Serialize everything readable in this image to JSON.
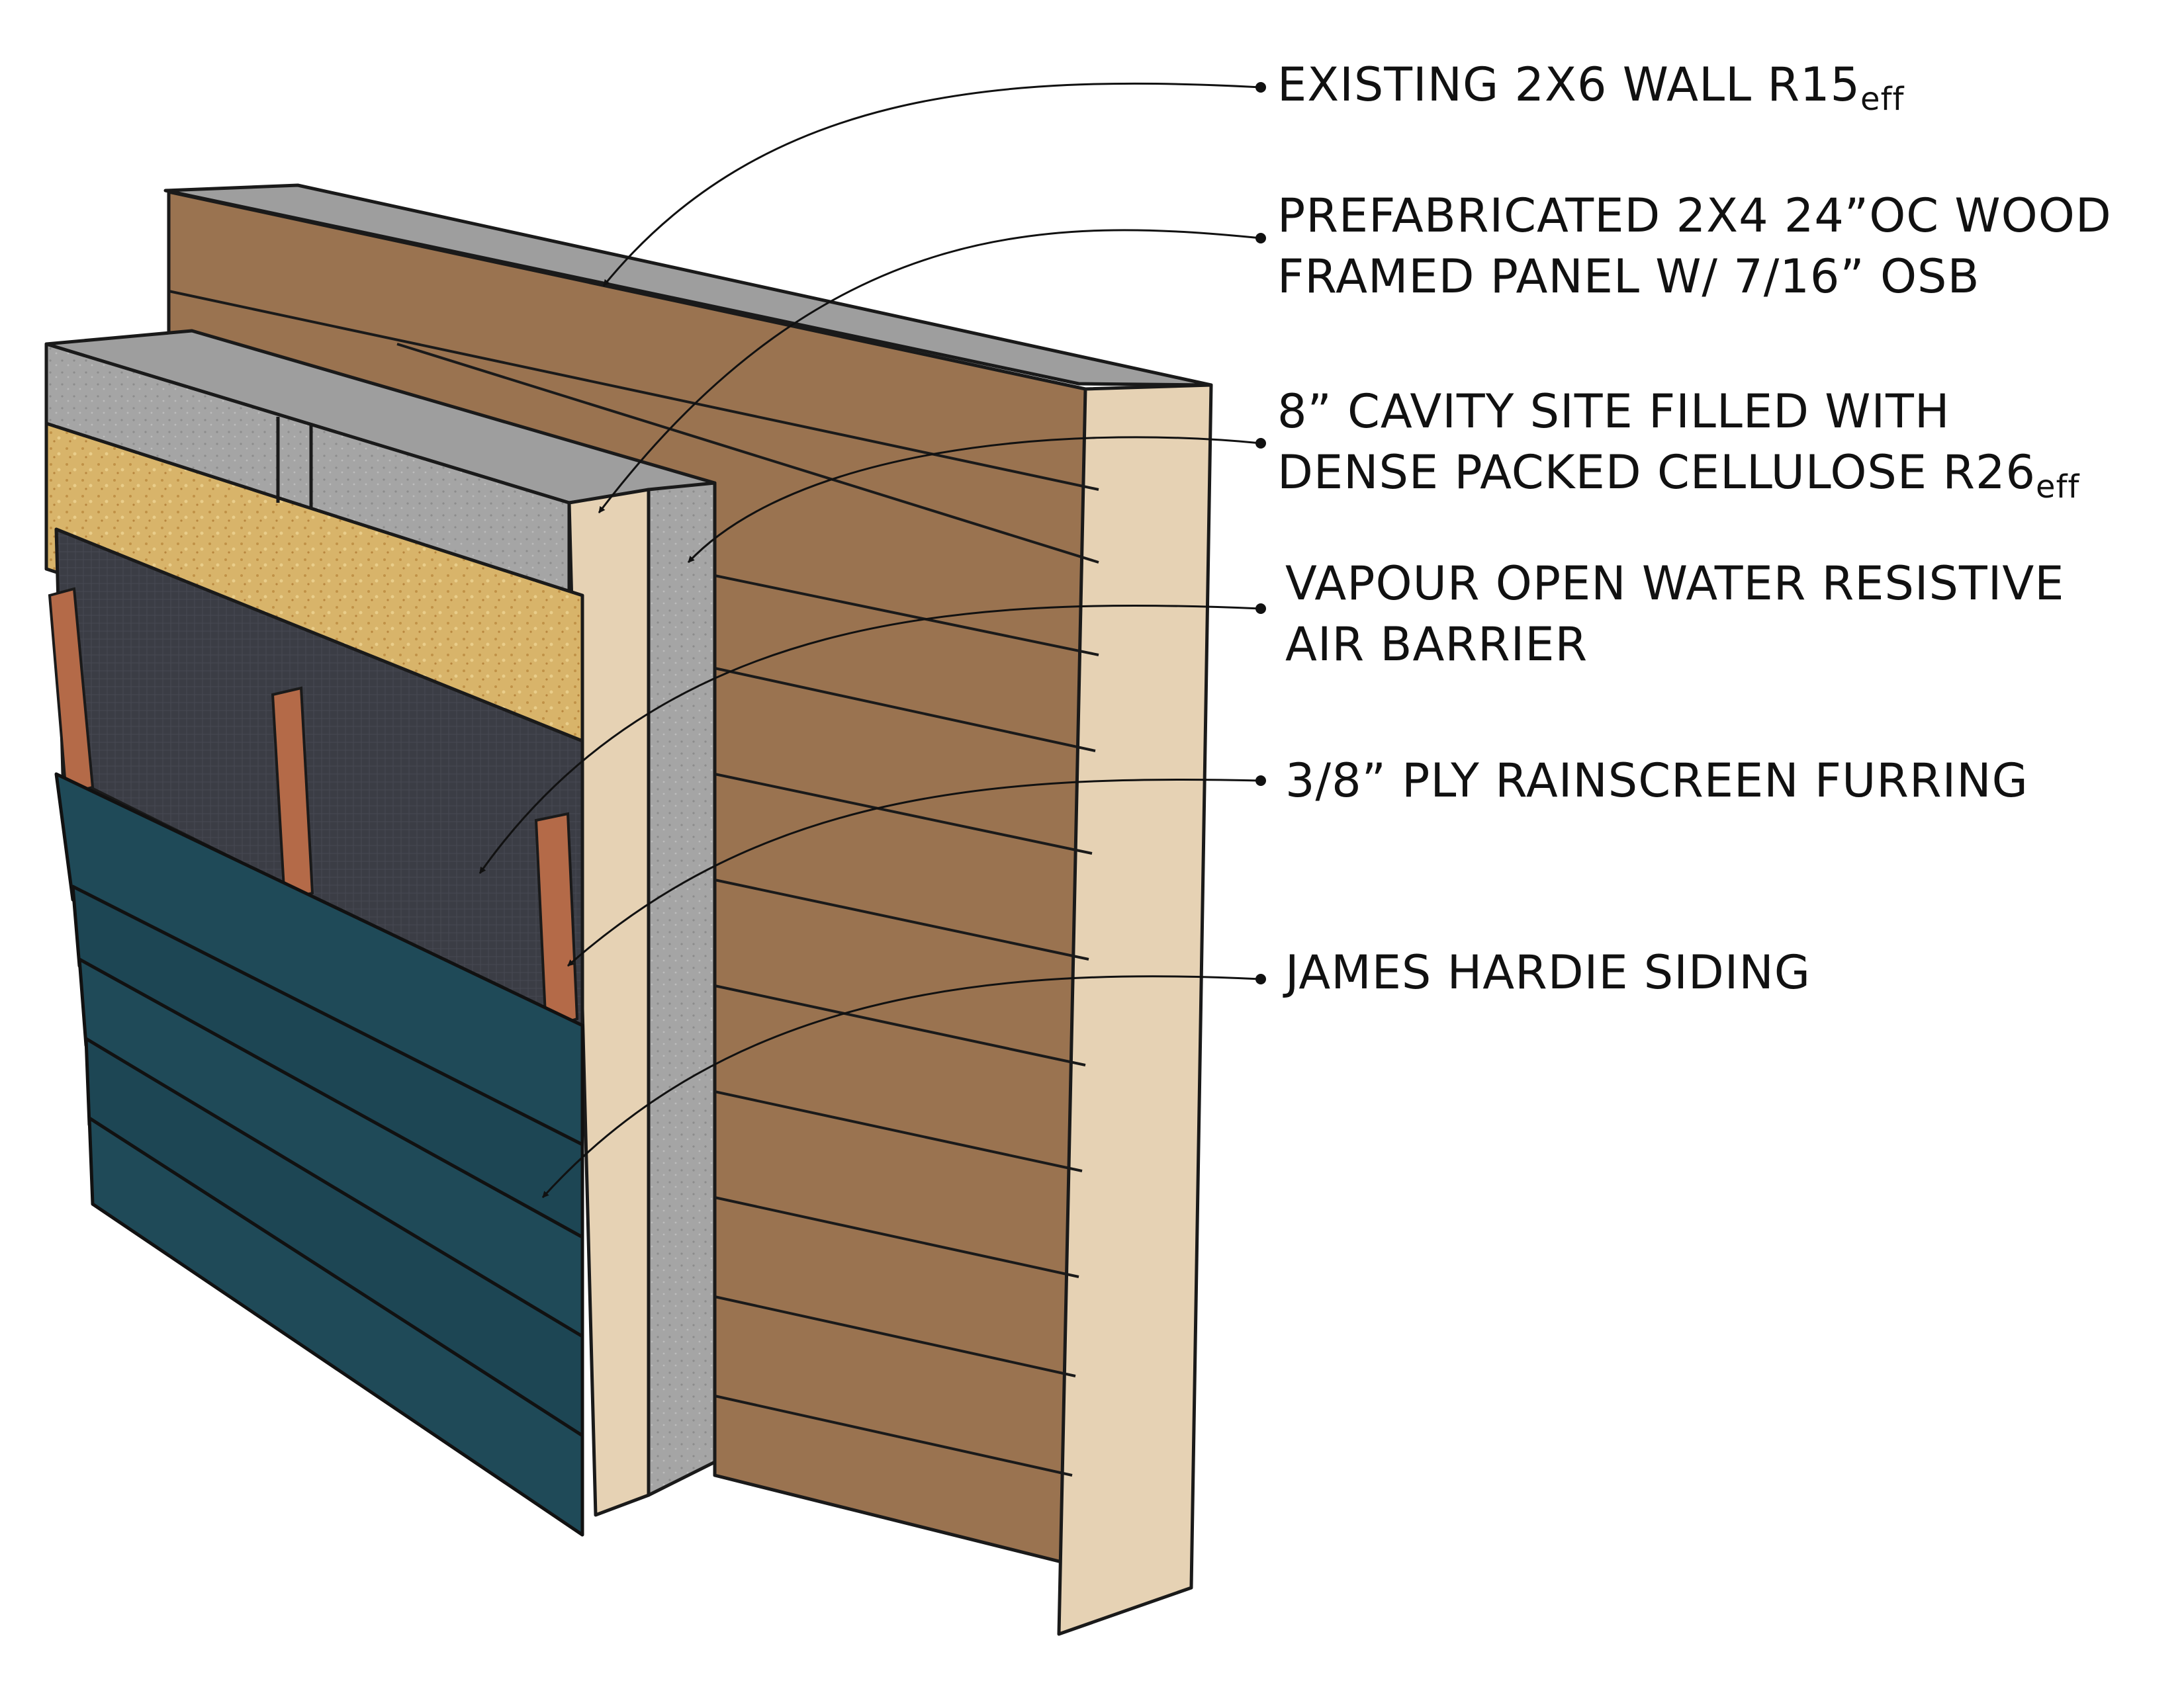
{
  "callouts": [
    {
      "line1": "EXISTING 2X6 WALL R15",
      "line1_sub": "eff",
      "line2": ""
    },
    {
      "line1": "PREFABRICATED 2X4 24”OC WOOD",
      "line1_sub": "",
      "line2": "FRAMED PANEL W/ 7/16” OSB"
    },
    {
      "line1": "8” CAVITY SITE FILLED WITH",
      "line1_sub": "",
      "line2": "DENSE PACKED CELLULOSE R26",
      "line2_sub": "eff"
    },
    {
      "line1": "VAPOUR OPEN WATER RESISTIVE",
      "line1_sub": "",
      "line2": "AIR BARRIER"
    },
    {
      "line1": "3/8” PLY RAINSCREEN FURRING",
      "line1_sub": "",
      "line2": ""
    },
    {
      "line1": "JAMES HARDIE SIDING",
      "line1_sub": "",
      "line2": ""
    }
  ],
  "colors": {
    "existing_wall_siding": "#9a7350",
    "stud_wood": "#e6d2b4",
    "cellulose": "#a3a3a3",
    "osb": "#d8b46a",
    "air_barrier": "#3a3c44",
    "furring": "#b46a48",
    "hardie_siding": "#1f4a58"
  }
}
